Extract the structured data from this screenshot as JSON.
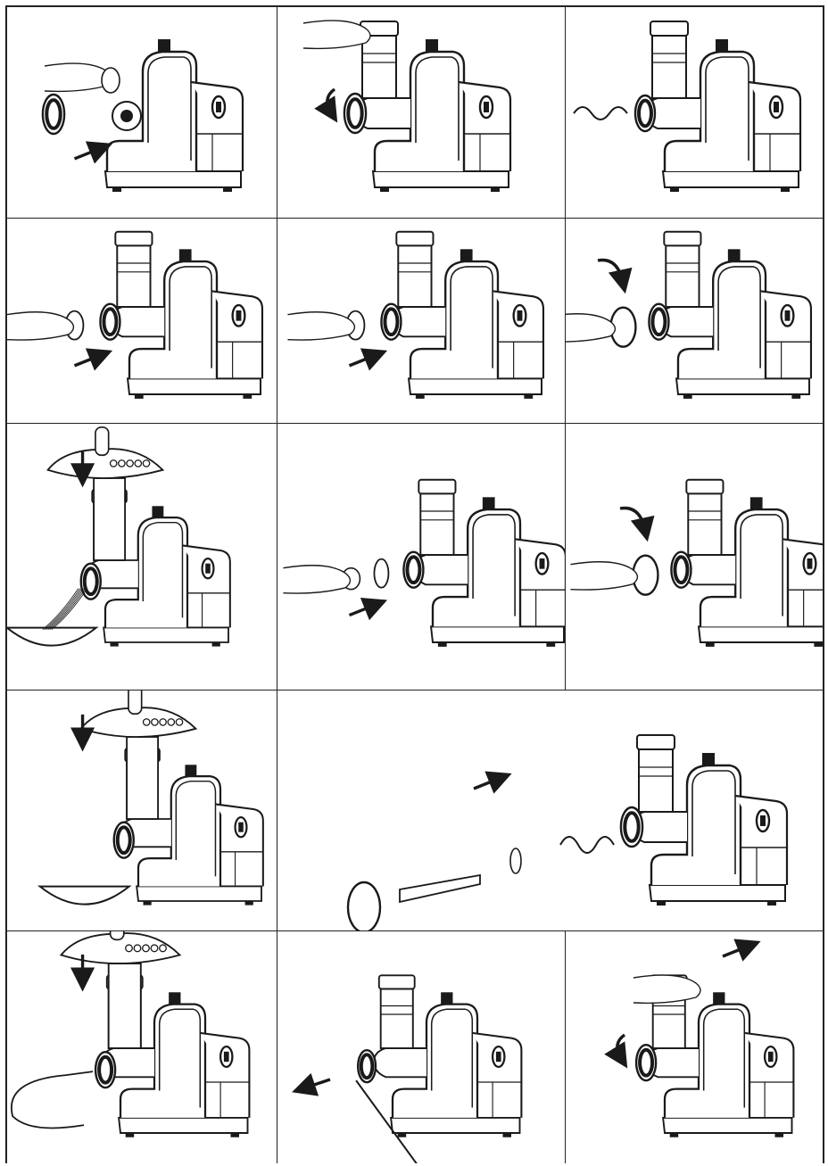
{
  "document": {
    "kind": "instruction-illustration-sheet",
    "rows": 5,
    "columns": 3
  },
  "panels": [
    {
      "id": "p1",
      "motor": "left-flat",
      "feature": "cap-insert",
      "arrows": [
        "right"
      ]
    },
    {
      "id": "p2",
      "motor": "tube-hand",
      "feature": "ring-turn",
      "arrows": [
        "curl"
      ]
    },
    {
      "id": "p3",
      "motor": "tube",
      "feature": "auger",
      "arrows": []
    },
    {
      "id": "p4",
      "motor": "tube",
      "feature": "blade-insert",
      "arrows": [
        "right"
      ]
    },
    {
      "id": "p5",
      "motor": "tube",
      "feature": "plate-insert",
      "arrows": [
        "right"
      ]
    },
    {
      "id": "p6",
      "motor": "tube",
      "feature": "ring-fix",
      "arrows": [
        "curve-down"
      ]
    },
    {
      "id": "p7",
      "motor": "tray",
      "feature": "mince-bowl",
      "arrows": [
        "down"
      ]
    },
    {
      "id": "p8",
      "motor": "tube",
      "feature": "kebbe-insert",
      "arrows": [
        "right"
      ]
    },
    {
      "id": "p9",
      "motor": "tube",
      "feature": "nut-fix",
      "arrows": [
        "curve-down"
      ]
    },
    {
      "id": "p10",
      "motor": "tray",
      "feature": "kebbe-bowl",
      "arrows": [
        "down"
      ]
    },
    {
      "id": "p11",
      "motor": "tube",
      "feature": "exploded-sausage",
      "arrows": [
        "right"
      ]
    },
    {
      "id": "p12",
      "motor": "tray",
      "feature": "sausage",
      "arrows": [
        "down"
      ]
    },
    {
      "id": "p13",
      "motor": "tube",
      "feature": "clean-brush",
      "arrows": [
        "left"
      ]
    },
    {
      "id": "p14",
      "motor": "tube-hand",
      "feature": "release",
      "arrows": [
        "right",
        "curl"
      ]
    }
  ]
}
